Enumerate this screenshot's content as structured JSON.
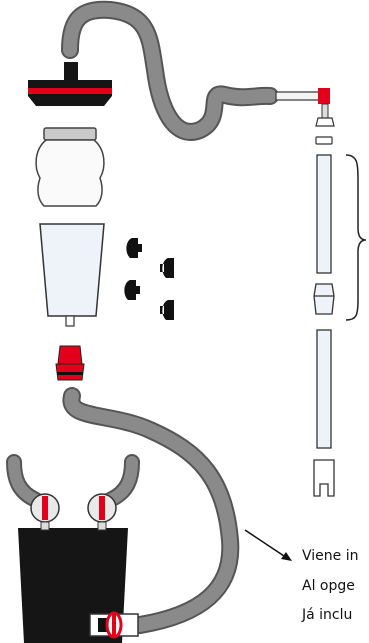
{
  "captions": [
    "Viene in",
    "Al opge",
    "Já inclu"
  ],
  "colors": {
    "hose": "#7f7f7f",
    "hose_edge": "#555555",
    "accent_red": "#e3001b",
    "dark": "#111111",
    "tube_fill": "#eef2f9",
    "outline": "#222222"
  }
}
